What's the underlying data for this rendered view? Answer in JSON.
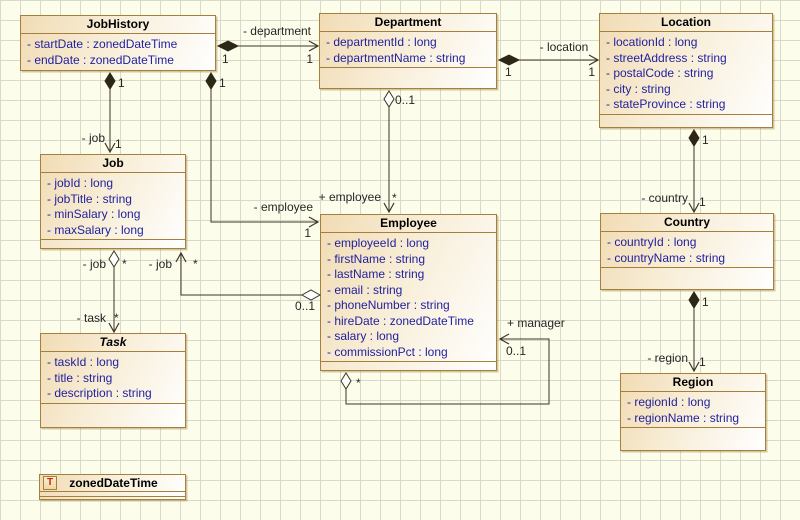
{
  "diagram": {
    "colors": {
      "canvas_bg": "#fdfdec",
      "grid_line": "#d9d9ca",
      "box_border": "#a5803c",
      "box_fill_left": "#f1dbb4",
      "box_fill_right": "#ffffff",
      "attribute_text": "#1f1f9e",
      "relation_line": "#3d3526",
      "datatype_icon_letter_color": "#cc2418"
    },
    "classes": [
      {
        "name": "JobHistory",
        "attributes": [
          "- startDate : zonedDateTime",
          "- endDate : zonedDateTime"
        ]
      },
      {
        "name": "Department",
        "attributes": [
          "- departmentId : long",
          "- departmentName : string"
        ]
      },
      {
        "name": "Location",
        "attributes": [
          "- locationId : long",
          "- streetAddress : string",
          "- postalCode : string",
          "- city : string",
          "- stateProvince : string"
        ]
      },
      {
        "name": "Job",
        "attributes": [
          "- jobId : long",
          "- jobTitle : string",
          "- minSalary : long",
          "- maxSalary : long"
        ]
      },
      {
        "name": "Employee",
        "attributes": [
          "- employeeId : long",
          "- firstName : string",
          "- lastName : string",
          "- email : string",
          "- phoneNumber : string",
          "- hireDate : zonedDateTime",
          "- salary : long",
          "- commissionPct : long"
        ]
      },
      {
        "name": "Country",
        "attributes": [
          "- countryId : long",
          "- countryName : string"
        ]
      },
      {
        "name": "Region",
        "attributes": [
          "- regionId : long",
          "- regionName : string"
        ]
      },
      {
        "name": "Task",
        "italic": true,
        "attributes": [
          "- taskId : long",
          "- title : string",
          "- description : string"
        ]
      }
    ],
    "datatype": {
      "name": "zonedDateTime",
      "icon_letter": "T"
    },
    "relations": {
      "jobhistory_department": {
        "target_role": "- department",
        "source_mult": "1",
        "target_mult": "1",
        "source_marker": "filled-diamond",
        "end_marker": "open-arrow"
      },
      "department_location": {
        "target_role": "- location",
        "source_mult": "1",
        "target_mult": "1",
        "source_marker": "filled-diamond",
        "end_marker": "open-arrow"
      },
      "department_employee": {
        "target_role": "+ employee",
        "source_mult": "0..1",
        "target_mult": "*",
        "source_marker": "hollow-diamond",
        "end_marker": "open-arrow"
      },
      "jobhistory_job": {
        "target_role": "- job",
        "source_mult": "1",
        "target_mult": "1",
        "source_marker": "filled-diamond",
        "end_marker": "open-arrow"
      },
      "jobhistory_employee": {
        "target_role": "- employee",
        "source_mult": "1",
        "target_mult": "1",
        "source_marker": "filled-diamond",
        "end_marker": "open-arrow"
      },
      "employee_job": {
        "target_role": "- job",
        "source_mult": "0..1",
        "target_mult": "*",
        "source_marker": "hollow-diamond",
        "end_marker": "open-arrow"
      },
      "job_task": {
        "source_role": "- job",
        "source_mult": "*",
        "target_role": "- task",
        "target_mult": "*",
        "source_marker": "hollow-diamond",
        "end_marker": "open-arrow"
      },
      "employee_manager": {
        "target_role": "+ manager",
        "source_mult": "*",
        "target_mult": "0..1",
        "source_marker": "hollow-diamond",
        "end_marker": "open-arrow"
      },
      "location_country": {
        "target_role": "- country",
        "source_mult": "1",
        "target_mult": "1",
        "source_marker": "filled-diamond",
        "end_marker": "open-arrow"
      },
      "country_region": {
        "target_role": "- region",
        "source_mult": "1",
        "target_mult": "1",
        "source_marker": "filled-diamond",
        "end_marker": "open-arrow"
      }
    }
  }
}
